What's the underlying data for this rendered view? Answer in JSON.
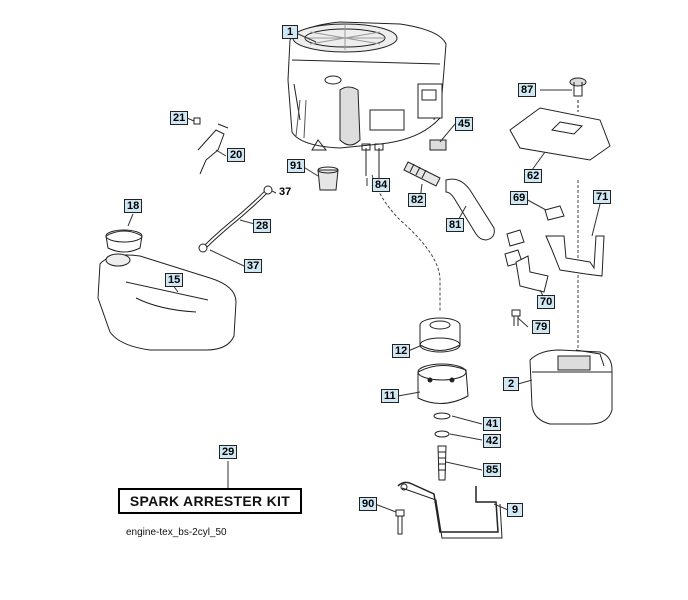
{
  "diagram": {
    "kit_label": "SPARK ARRESTER KIT",
    "caption": "engine-tex_bs-2cyl_50",
    "callouts": {
      "c1": "1",
      "c2": "2",
      "c9": "9",
      "c11": "11",
      "c12": "12",
      "c15": "15",
      "c18": "18",
      "c20": "20",
      "c21": "21",
      "c28": "28",
      "c29": "29",
      "c37a": "37",
      "c37b": "37",
      "c41": "41",
      "c42": "42",
      "c45": "45",
      "c62": "62",
      "c69": "69",
      "c70": "70",
      "c71": "71",
      "c79": "79",
      "c81": "81",
      "c82": "82",
      "c84": "84",
      "c85": "85",
      "c87": "87",
      "c90": "90",
      "c91": "91"
    }
  }
}
